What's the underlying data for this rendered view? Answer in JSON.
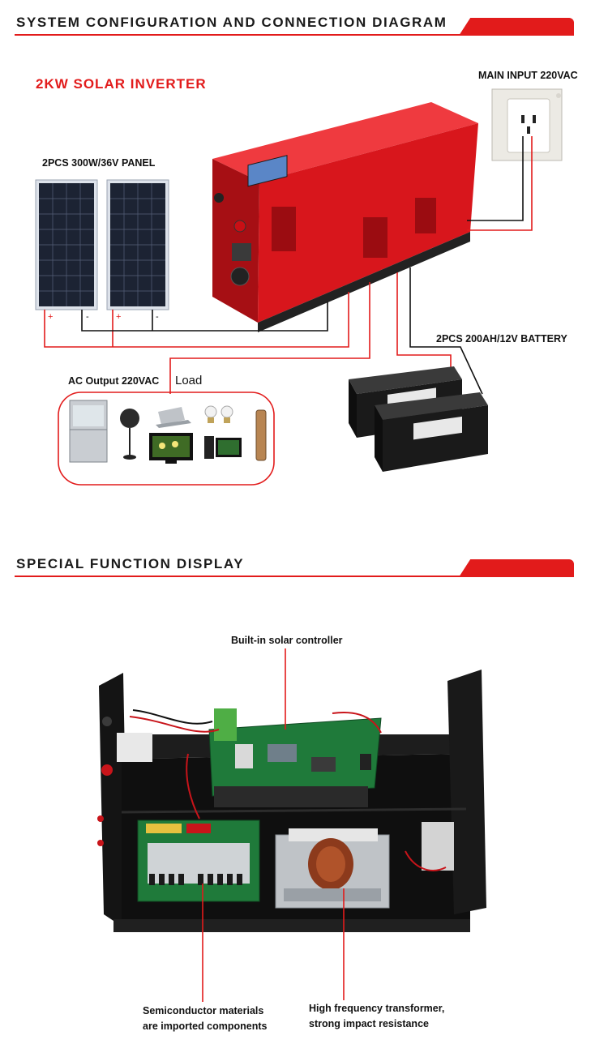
{
  "section1": {
    "title": "SYSTEM CONFIGURATION AND CONNECTION DIAGRAM",
    "inverter_label": "2KW SOLAR INVERTER",
    "main_input_label": "MAIN INPUT 220VAC",
    "panel_label": "2PCS 300W/36V PANEL",
    "battery_label": "2PCS 200AH/12V BATTERY",
    "ac_output_label": "AC Output 220VAC",
    "load_label": "Load",
    "polarity_plus": "+",
    "polarity_minus": "-"
  },
  "section2": {
    "title": "SPECIAL FUNCTION DISPLAY",
    "callout_solar_controller": "Built-in solar controller",
    "callout_semiconductor_line1": "Semiconductor materials",
    "callout_semiconductor_line2": "are imported components",
    "callout_transformer_line1": "High frequency transformer,",
    "callout_transformer_line2": "strong impact resistance"
  },
  "colors": {
    "accent_red": "#e21b1b",
    "inverter_red": "#d8161c",
    "panel_blue": "#1c2333",
    "battery_black": "#1a1a1a",
    "chassis_black": "#141414",
    "pcb_green": "#1f7a3a"
  },
  "icons": {
    "outlet": "wall-socket-icon",
    "fridge": "refrigerator-icon",
    "fan": "standing-fan-icon",
    "laptop": "laptop-icon",
    "bulbs": "light-bulb-icon",
    "tv": "television-icon",
    "desktop": "desktop-computer-icon",
    "pump": "water-pump-icon"
  }
}
